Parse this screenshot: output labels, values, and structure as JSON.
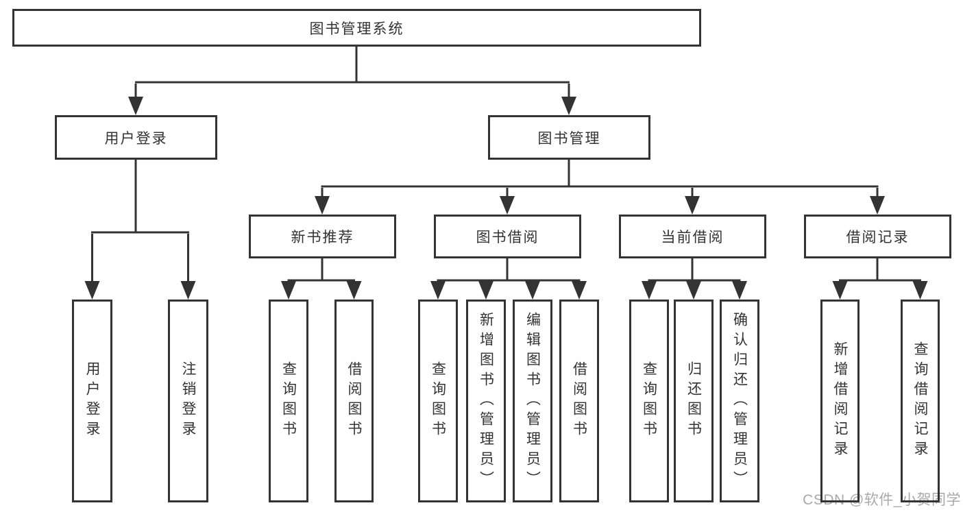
{
  "diagram": {
    "root": "图书管理系统",
    "user_login_branch": {
      "label": "用户登录",
      "children": [
        "用户登录",
        "注销登录"
      ]
    },
    "book_mgmt_branch": {
      "label": "图书管理",
      "sections": [
        {
          "label": "新书推荐",
          "children": [
            "查询图书",
            "借阅图书"
          ]
        },
        {
          "label": "图书借阅",
          "children": [
            "查询图书",
            "新增图书（管理员）",
            "编辑图书（管理员）",
            "借阅图书"
          ]
        },
        {
          "label": "当前借阅",
          "children": [
            "查询图书",
            "归还图书",
            "确认归还（管理员）"
          ]
        },
        {
          "label": "借阅记录",
          "children": [
            "新增借阅记录",
            "查询借阅记录"
          ]
        }
      ]
    }
  },
  "watermark": "CSDN @软件_小贺同学",
  "colors": {
    "line": "#333333",
    "text": "#333333",
    "box_background": "#ffffff",
    "page_background": "#ffffff",
    "watermark": "#a9a9a9"
  }
}
